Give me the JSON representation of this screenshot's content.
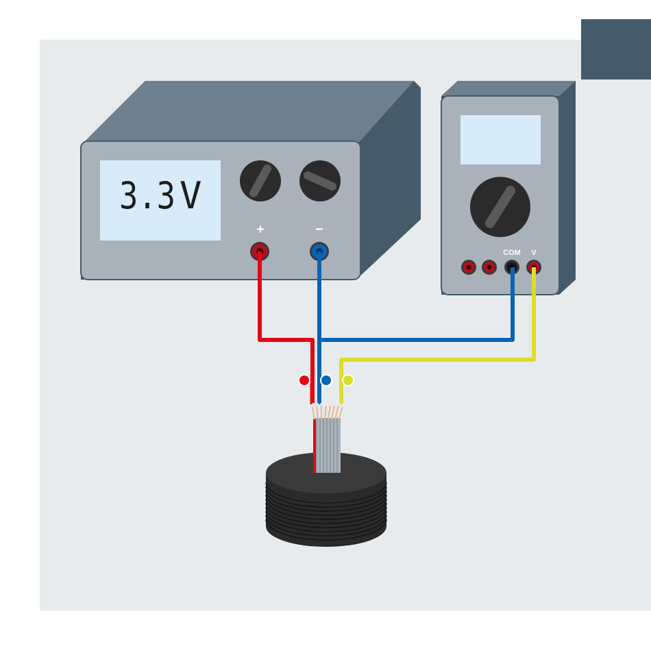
{
  "power_supply": {
    "display_value": "3.3",
    "display_unit": "V",
    "positive_label": "+",
    "negative_label": "−"
  },
  "multimeter": {
    "com_label": "COM",
    "v_label": "V"
  },
  "colors": {
    "background": "#e8ebee",
    "device_body": "#a9b1bb",
    "device_top": "#6e808e",
    "device_side": "#465b6a",
    "display": "#d7ecf8",
    "knob": "#2b2b2b",
    "wire_red": "#e30613",
    "wire_blue": "#0a64b4",
    "wire_yellow": "#dddd2a",
    "coil": "#2a2a2a"
  }
}
